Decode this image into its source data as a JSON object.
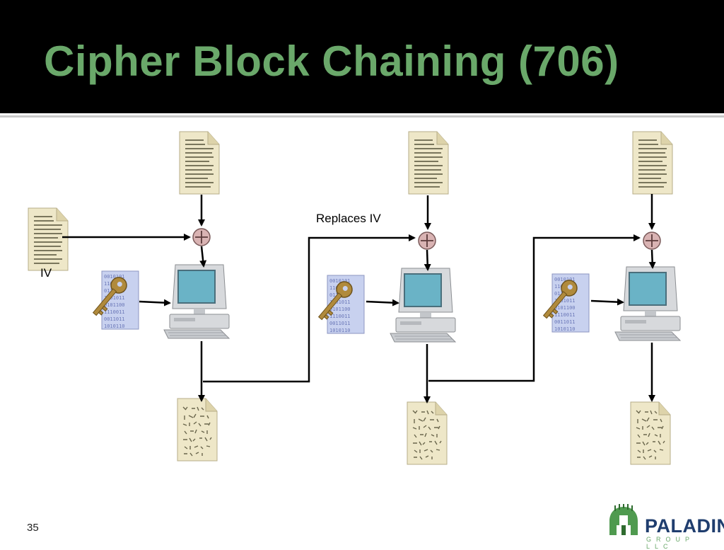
{
  "slide": {
    "title": "Cipher Block Chaining (706)",
    "page_number": "35"
  },
  "diagram": {
    "labels": {
      "iv": "IV",
      "replaces_iv": "Replaces IV"
    },
    "stages": 3,
    "icons": [
      "plaintext-document-icon",
      "xor-icon",
      "computer-icon",
      "key-icon",
      "ciphertext-document-icon"
    ]
  },
  "logo": {
    "name": "PALADIN",
    "subtitle": "GROUP LLC"
  },
  "colors": {
    "header_bg": "#000000",
    "title": "#6aa86a",
    "xor_fill": "#d9b3b3",
    "paper": "#eee7c8",
    "monitor_screen": "#6ab3c6",
    "logo_text": "#1f3d6e"
  }
}
